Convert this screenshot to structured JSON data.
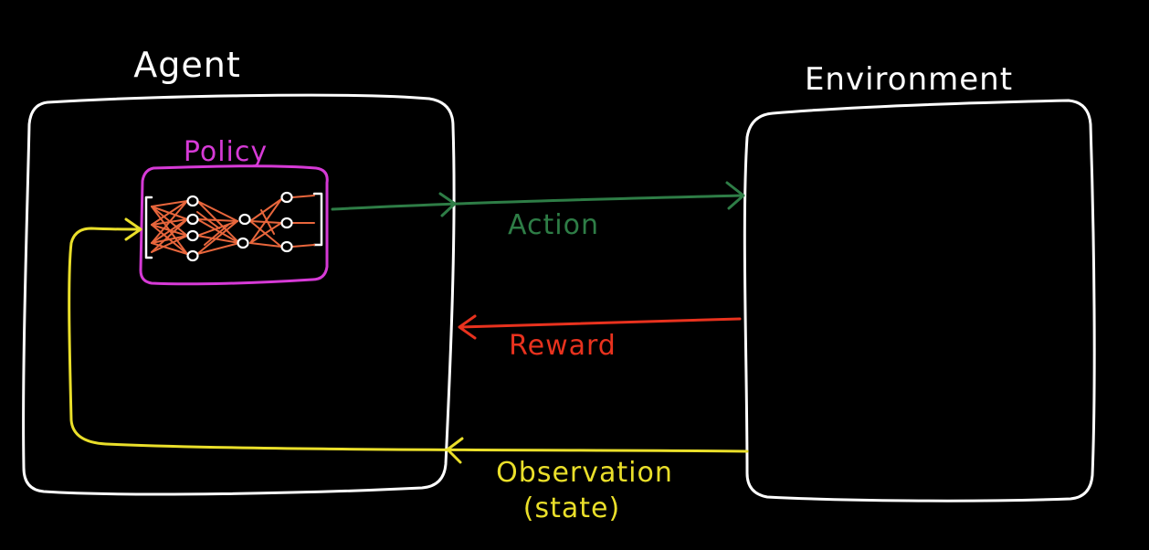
{
  "diagram": {
    "agent": {
      "label": "Agent"
    },
    "environment": {
      "label": "Environment"
    },
    "policy": {
      "label": "Policy"
    },
    "arrows": {
      "action": {
        "label": "Action"
      },
      "reward": {
        "label": "Reward"
      },
      "observation": {
        "label_line1": "Observation",
        "label_line2": "(state)"
      }
    }
  },
  "colors": {
    "background": "#000000",
    "box": "#ffffff",
    "policy": "#d63ad6",
    "network": "#e8663c",
    "action": "#2e7d46",
    "reward": "#e8321e",
    "observation": "#eadf2a"
  }
}
